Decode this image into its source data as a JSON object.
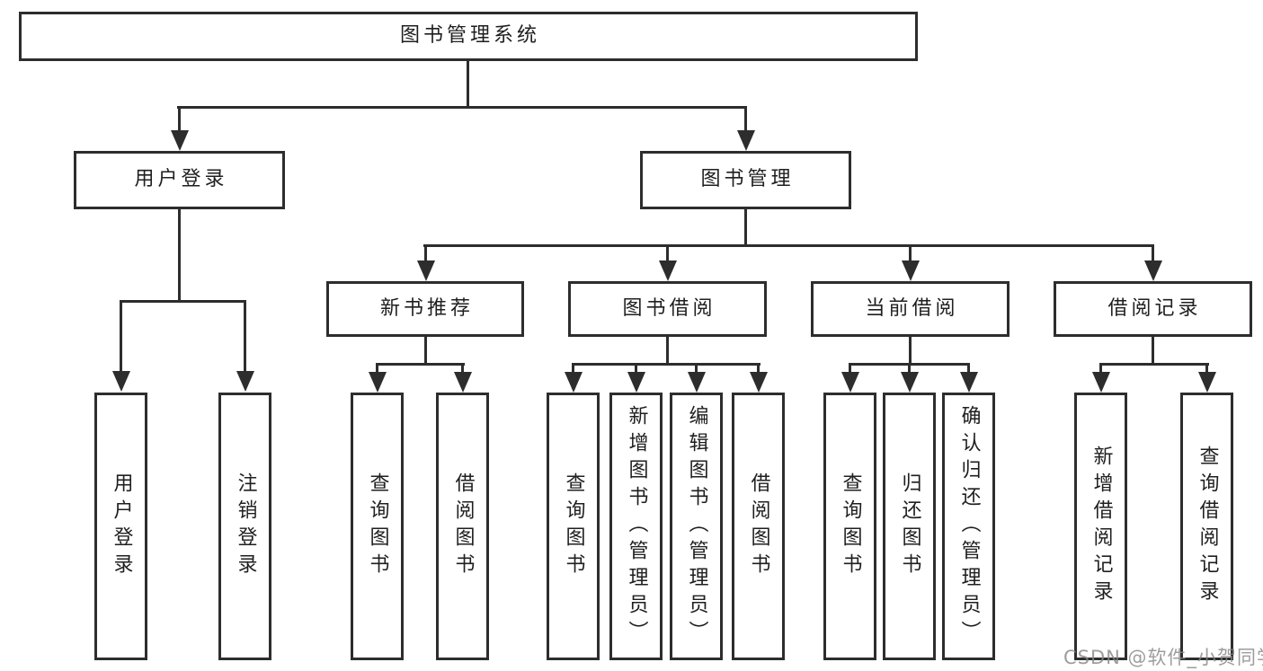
{
  "diagram": {
    "type": "hierarchy",
    "tree": {
      "label": "图书管理系统",
      "children": [
        {
          "label": "用户登录",
          "children": [
            {
              "label": "用户登录"
            },
            {
              "label": "注销登录"
            }
          ]
        },
        {
          "label": "图书管理",
          "children": [
            {
              "label": "新书推荐",
              "children": [
                {
                  "label": "查询图书"
                },
                {
                  "label": "借阅图书"
                }
              ]
            },
            {
              "label": "图书借阅",
              "children": [
                {
                  "label": "查询图书"
                },
                {
                  "label": "新增图书（管理员）"
                },
                {
                  "label": "编辑图书（管理员）"
                },
                {
                  "label": "借阅图书"
                }
              ]
            },
            {
              "label": "当前借阅",
              "children": [
                {
                  "label": "查询图书"
                },
                {
                  "label": "归还图书"
                },
                {
                  "label": "确认归还（管理员）"
                }
              ]
            },
            {
              "label": "借阅记录",
              "children": [
                {
                  "label": "新增借阅记录"
                },
                {
                  "label": "查询借阅记录"
                }
              ]
            }
          ]
        }
      ]
    },
    "colors": {
      "line": "#2d2d2d",
      "text": "#1f1f1f",
      "box_background": "#ffffff",
      "page_background": "#ffffff",
      "watermark": "#888888"
    }
  },
  "watermark": {
    "text": "CSDN @软件_小贺同学"
  }
}
